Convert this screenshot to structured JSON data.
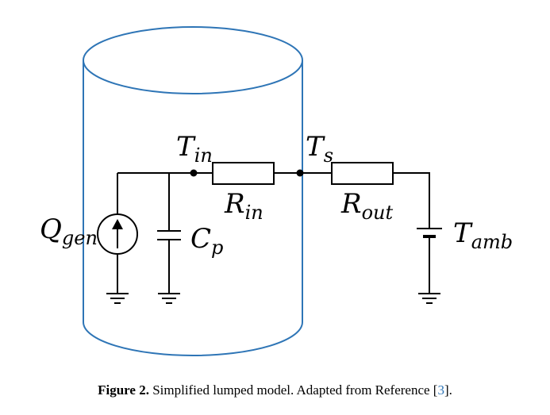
{
  "diagram": {
    "labels": {
      "t_in": {
        "main": "T",
        "sub": "in"
      },
      "t_s": {
        "main": "T",
        "sub": "s"
      },
      "r_in": {
        "main": "R",
        "sub": "in"
      },
      "r_out": {
        "main": "R",
        "sub": "out"
      },
      "q_gen": {
        "main": "Q",
        "sub": "gen"
      },
      "c_p": {
        "main": "C",
        "sub": "p"
      },
      "t_amb": {
        "main": "T",
        "sub": "amb"
      }
    },
    "colors": {
      "cylinder": "#2e75b6",
      "wire": "#000000"
    }
  },
  "caption": {
    "label": "Figure 2.",
    "text": " Simplified lumped model. Adapted from Reference [",
    "ref": "3",
    "end": "]."
  }
}
